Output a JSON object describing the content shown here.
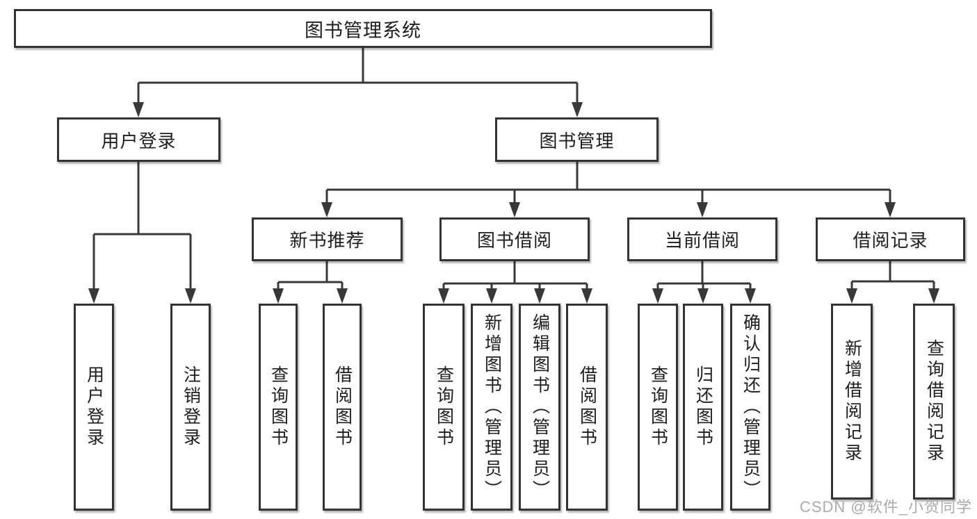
{
  "tree": {
    "root_label": "图书管理系统",
    "level2": [
      "用户登录",
      "图书管理"
    ],
    "level3": [
      "新书推荐",
      "图书借阅",
      "当前借阅",
      "借阅记录"
    ],
    "leaves_user_login": [
      "用户登录",
      "注销登录"
    ],
    "leaves_new_books": [
      "查询图书",
      "借阅图书"
    ],
    "leaves_book_borrow": [
      "查询图书",
      "新增图书（管理员）",
      "编辑图书（管理员）",
      "借阅图书"
    ],
    "leaves_current_borrow": [
      "查询图书",
      "归还图书",
      "确认归还（管理员）"
    ],
    "leaves_borrow_records": [
      "新增借阅记录",
      "查询借阅记录"
    ]
  },
  "watermark": "CSDN @软件_小贺同学",
  "colors": {
    "line": "#383838",
    "border": "#333333",
    "text": "#1d1d1d",
    "background": "#ffffff",
    "watermark": "#ababab"
  }
}
